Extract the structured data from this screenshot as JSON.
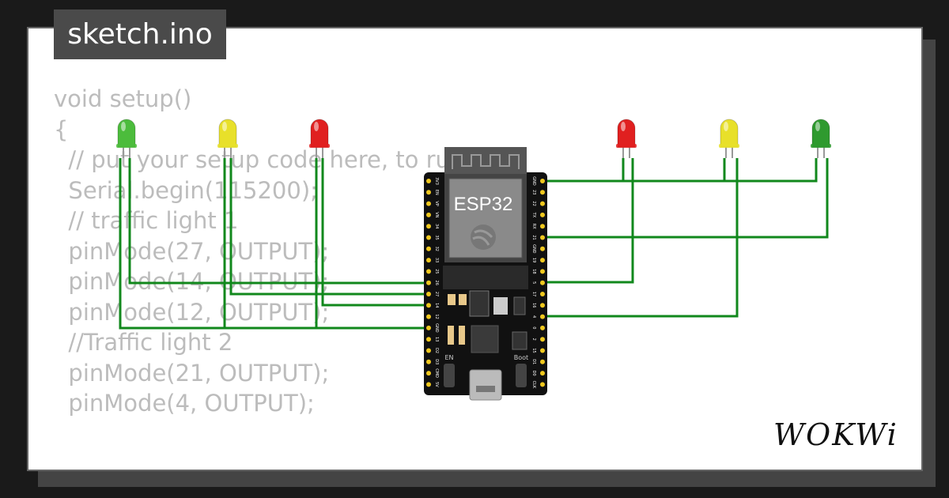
{
  "title": "sketch.ino",
  "code_lines": [
    "void setup()",
    "{",
    "  // put your setup code here, to run once:",
    "  Serial.begin(115200);",
    "  // traffic light 1",
    "  pinMode(27, OUTPUT);",
    "  pinMode(14, OUTPUT);",
    "  pinMode(12, OUTPUT);",
    "  //Traffic light 2",
    "  pinMode(21, OUTPUT);",
    "  pinMode(4, OUTPUT);"
  ],
  "board": {
    "chip_label": "ESP32",
    "button_en": "EN",
    "button_boot": "Boot",
    "left_pins": [
      "3V3",
      "EN",
      "VP",
      "VN",
      "34",
      "35",
      "32",
      "33",
      "25",
      "26",
      "27",
      "14",
      "12",
      "GND",
      "13",
      "D2",
      "D3",
      "CMD",
      "5V"
    ],
    "right_pins": [
      "GND",
      "23",
      "22",
      "TX",
      "RX",
      "21",
      "GND",
      "19",
      "18",
      "5",
      "17",
      "16",
      "4",
      "0",
      "2",
      "15",
      "D1",
      "D0",
      "CLK"
    ]
  },
  "leds_left": [
    {
      "color": "green",
      "hex": "#4cbc3c"
    },
    {
      "color": "yellow",
      "hex": "#e8e02a"
    },
    {
      "color": "red",
      "hex": "#e02020"
    }
  ],
  "leds_right": [
    {
      "color": "red",
      "hex": "#e02020"
    },
    {
      "color": "yellow",
      "hex": "#e8e02a"
    },
    {
      "color": "green",
      "hex": "#2f9a2f"
    }
  ],
  "wire_color": "#11881c",
  "logo": "WOKWi"
}
